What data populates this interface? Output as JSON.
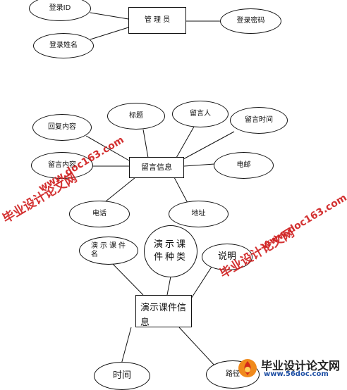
{
  "admin": {
    "entity": "管 理 员",
    "attrs": [
      "登录ID",
      "登录姓名",
      "登录密码"
    ]
  },
  "message": {
    "entity": "留言信息",
    "attrs": [
      "标题",
      "留言人",
      "留言时间",
      "回复内容",
      "留言内容",
      "电邮",
      "电话",
      "地址"
    ]
  },
  "courseware": {
    "entity": "演示课件信息",
    "attrs": [
      "演示课件名",
      "演示课件种类",
      "说明",
      "时间",
      "路径"
    ]
  },
  "watermarks": {
    "site": "www.doc163.com",
    "school": "毕业设计论文网",
    "url2": "www.56doc.com",
    "color_red": "#d02020",
    "color_blue": "#1d4ea3"
  }
}
